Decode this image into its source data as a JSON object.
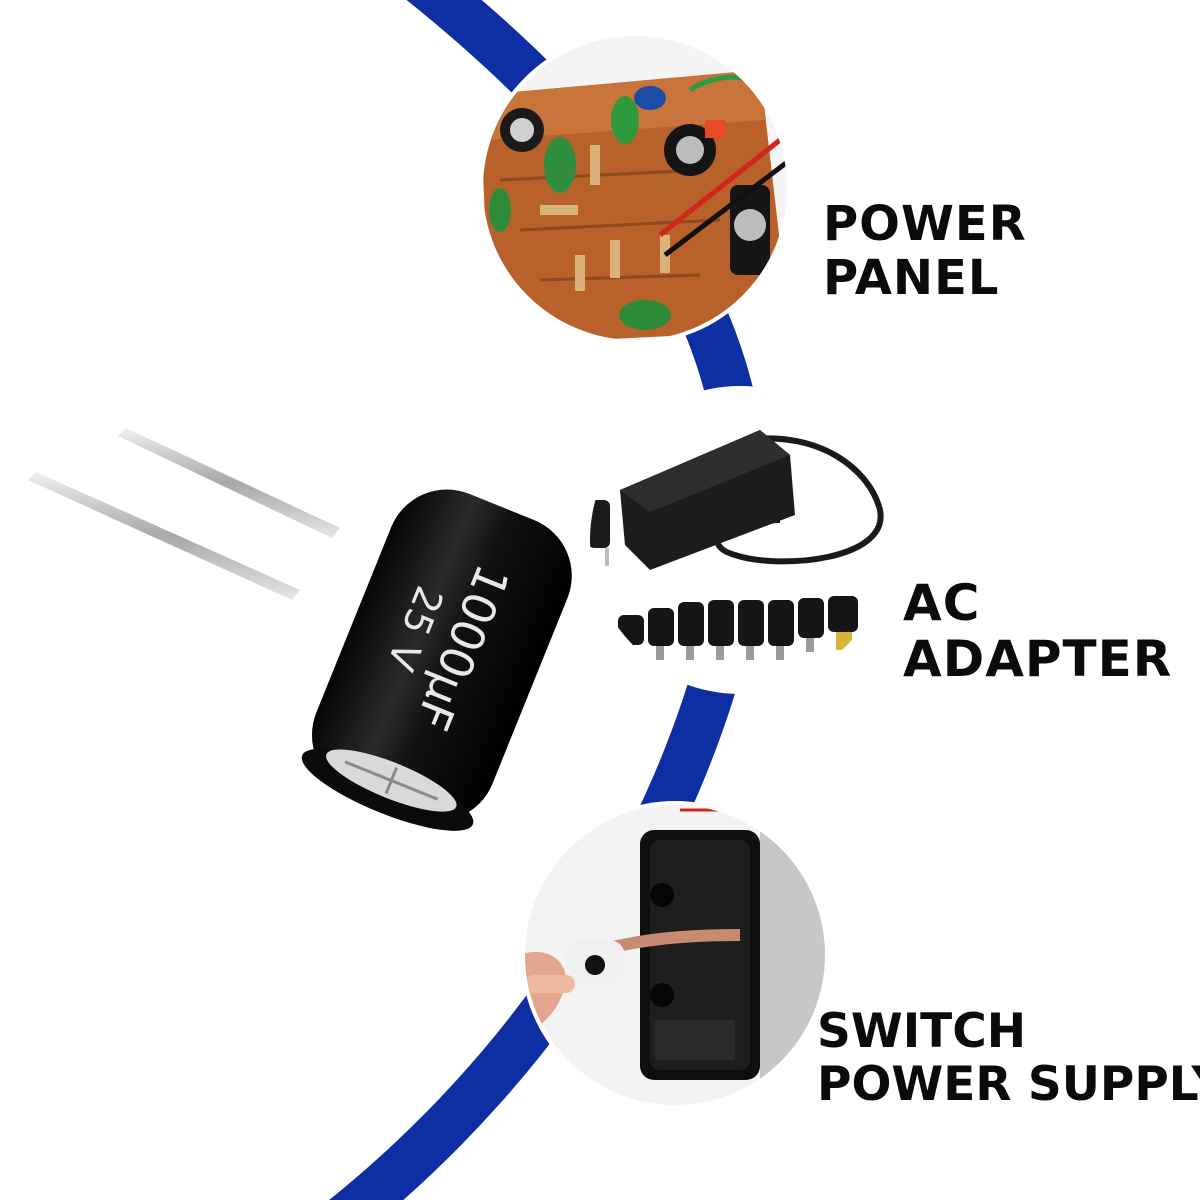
{
  "colors": {
    "ring_blue": "#0d2fa3",
    "background": "#ffffff",
    "text": "#0b0b0b"
  },
  "capacitor": {
    "capacitance_text": "1000µF",
    "voltage_text": "25 V"
  },
  "applications": [
    {
      "line1": "POWER",
      "line2": "PANEL"
    },
    {
      "line1": "AC",
      "line2": "ADAPTER"
    },
    {
      "line1": "SWITCH",
      "line2": "POWER SUPPLY"
    }
  ]
}
